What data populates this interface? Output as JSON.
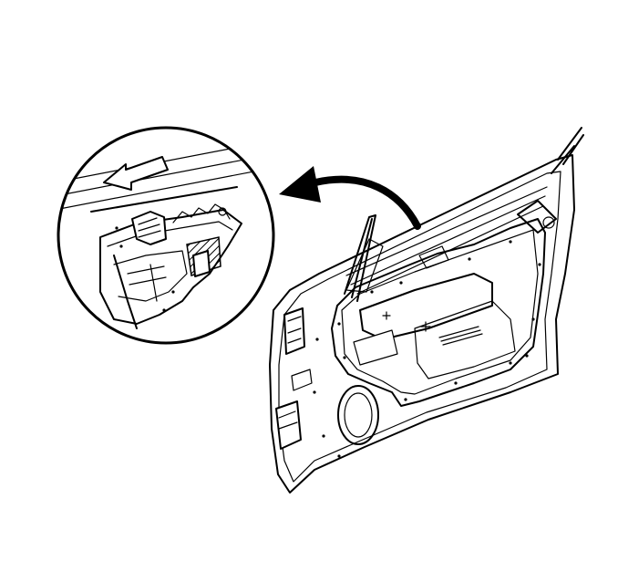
{
  "diagram": {
    "parts": [
      {
        "id": "front-door-assembly",
        "icon": "car-door"
      },
      {
        "id": "detail-magnifier-circle",
        "icon": "zoom-circle"
      },
      {
        "id": "removal-direction-arrow",
        "icon": "arrow-left"
      },
      {
        "id": "callout-arrow",
        "icon": "curved-arrow"
      }
    ],
    "colors": {
      "stroke": "#000000",
      "background": "#ffffff",
      "hatch": "#000000"
    }
  }
}
